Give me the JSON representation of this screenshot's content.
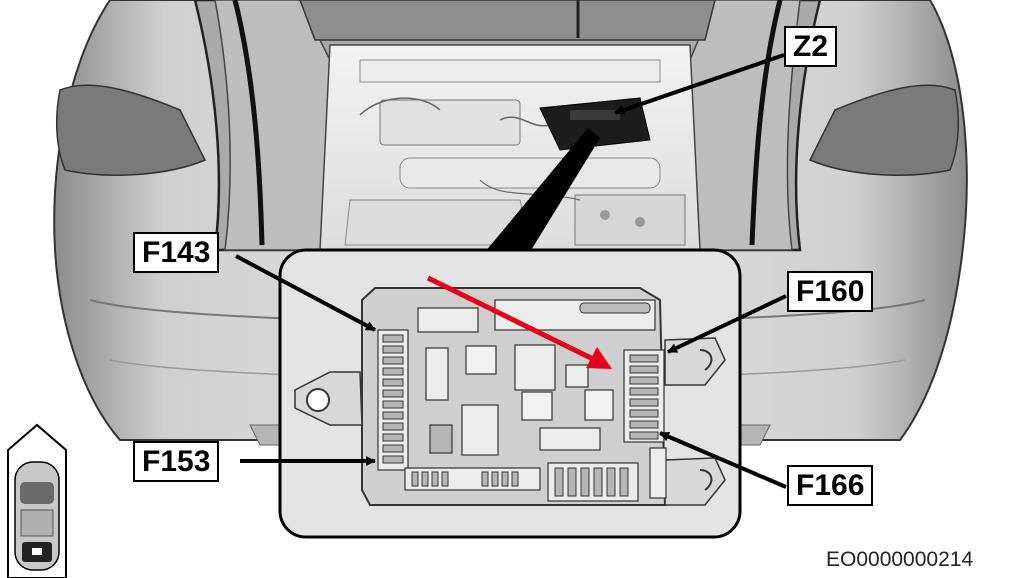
{
  "callouts": {
    "z2": "Z2",
    "f143": "F143",
    "f153": "F153",
    "f160": "F160",
    "f166": "F166"
  },
  "document_code": "EO0000000214",
  "icons": {
    "orientation": "car-top-view-icon",
    "pointer": "red-arrow"
  },
  "colors": {
    "highlight_arrow": "#e4001b",
    "outline": "#000000",
    "car_body": "#d9d9d9",
    "detail_inset": "#e3e3e3"
  }
}
